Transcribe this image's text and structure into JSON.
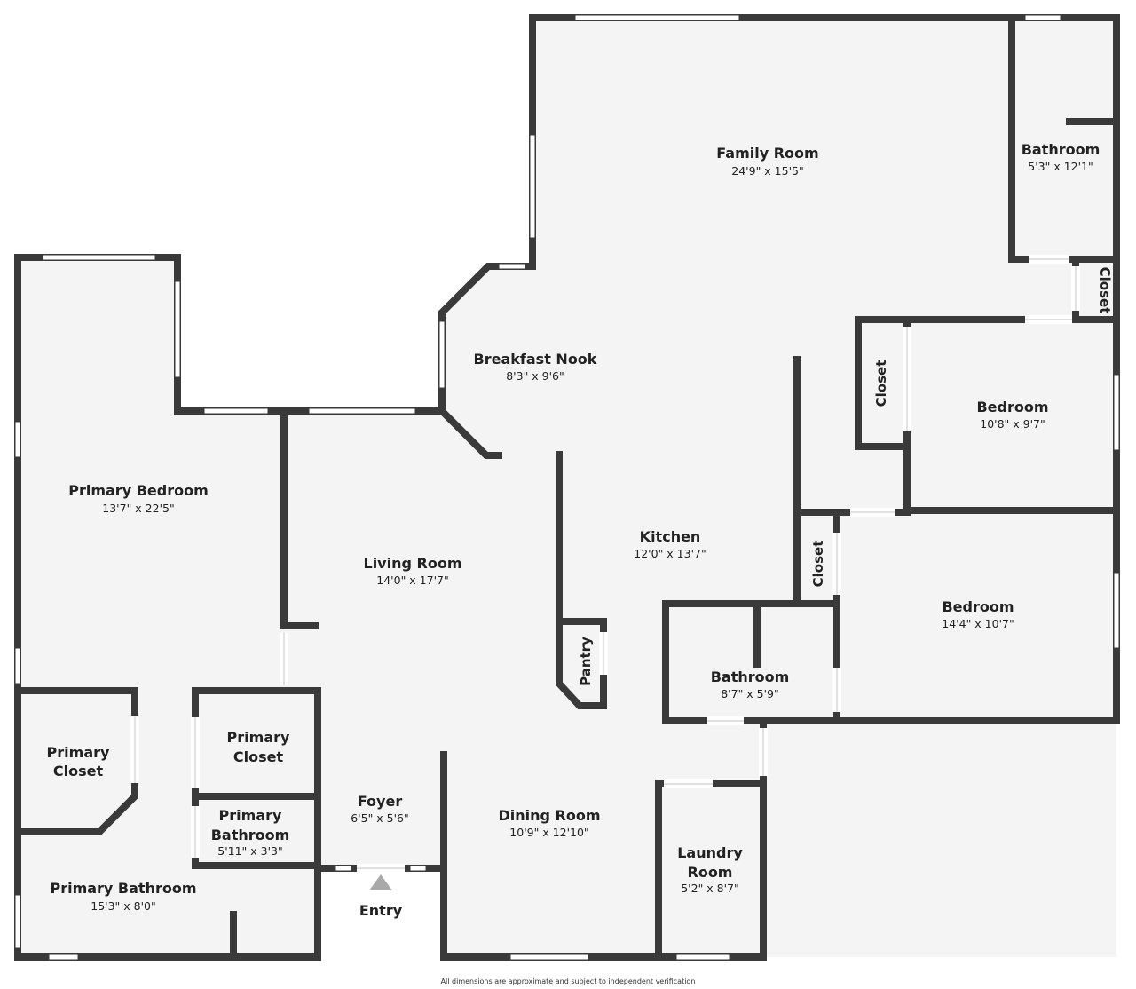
{
  "rooms": {
    "family_room": {
      "name": "Family Room",
      "dim": "24'9\" x 15'5\""
    },
    "bathroom_ne": {
      "name": "Bathroom",
      "dim": "5'3\" x 12'1\""
    },
    "closet_ne": {
      "name": "Closet"
    },
    "breakfast_nook": {
      "name": "Breakfast Nook",
      "dim": "8'3\" x 9'6\""
    },
    "closet_bedroom": {
      "name": "Closet"
    },
    "bedroom_1": {
      "name": "Bedroom",
      "dim": "10'8\" x 9'7\""
    },
    "primary_bedroom": {
      "name": "Primary Bedroom",
      "dim": "13'7\" x 22'5\""
    },
    "living_room": {
      "name": "Living Room",
      "dim": "14'0\" x 17'7\""
    },
    "kitchen": {
      "name": "Kitchen",
      "dim": "12'0\" x 13'7\""
    },
    "closet_mid": {
      "name": "Closet"
    },
    "bedroom_2": {
      "name": "Bedroom",
      "dim": "14'4\" x 10'7\""
    },
    "pantry": {
      "name": "Pantry"
    },
    "bathroom_mid": {
      "name": "Bathroom",
      "dim": "8'7\" x 5'9\""
    },
    "primary_closet_left": {
      "name_line1": "Primary",
      "name_line2": "Closet"
    },
    "primary_closet_right": {
      "name_line1": "Primary",
      "name_line2": "Closet"
    },
    "foyer": {
      "name": "Foyer",
      "dim": "6'5\" x 5'6\""
    },
    "dining_room": {
      "name": "Dining Room",
      "dim": "10'9\" x 12'10\""
    },
    "laundry_room": {
      "name_line1": "Laundry",
      "name_line2": "Room",
      "dim": "5'2\" x 8'7\""
    },
    "primary_bathroom_small": {
      "name_line1": "Primary",
      "name_line2": "Bathroom",
      "dim": "5'11\" x 3'3\""
    },
    "primary_bathroom": {
      "name": "Primary Bathroom",
      "dim": "15'3\" x 8'0\""
    }
  },
  "entry_label": "Entry",
  "footer_note": "All dimensions are approximate and subject to independent verification",
  "colors": {
    "floor": "#f4f4f4",
    "wall": "#3a3a3a",
    "entry_arrow": "#a9a9a9"
  }
}
